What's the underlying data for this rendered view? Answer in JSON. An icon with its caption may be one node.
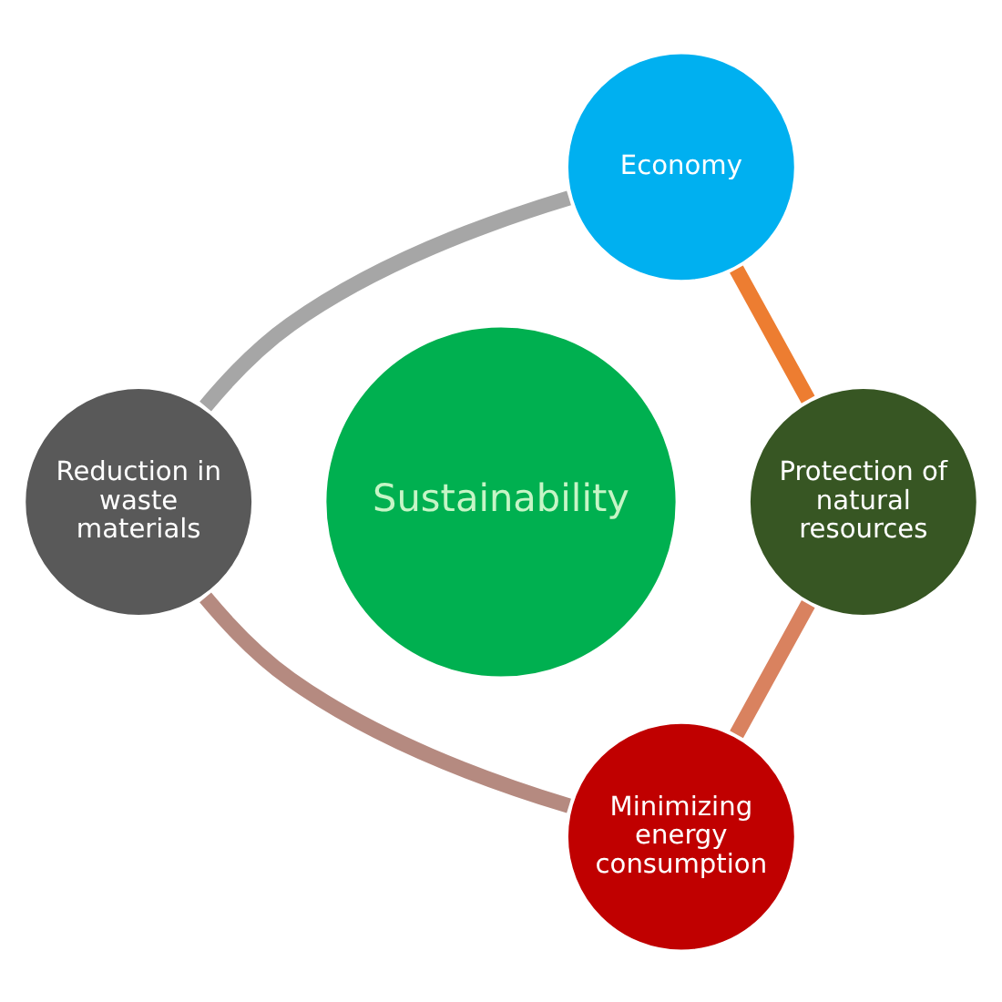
{
  "diagram": {
    "nodes": [
      {
        "text": [
          "Sustainability"
        ]
      },
      {
        "text": [
          "Economy"
        ]
      },
      {
        "text": [
          "Protection of natural resources"
        ]
      },
      {
        "text": [
          "Minimizing energy consumption"
        ]
      },
      {
        "text": [
          "Reduction in waste materials"
        ]
      }
    ],
    "edges": [
      {
        "from": 1,
        "to": 2,
        "arrow": "none",
        "color": "#ed7d31"
      },
      {
        "from": 2,
        "to": 3,
        "arrow": "none",
        "color": "#d9825f"
      },
      {
        "from": 3,
        "to": 4,
        "arrow": "none",
        "color": "#b58a80"
      },
      {
        "from": 4,
        "to": 1,
        "arrow": "none",
        "color": "#a6a6a6"
      }
    ]
  }
}
